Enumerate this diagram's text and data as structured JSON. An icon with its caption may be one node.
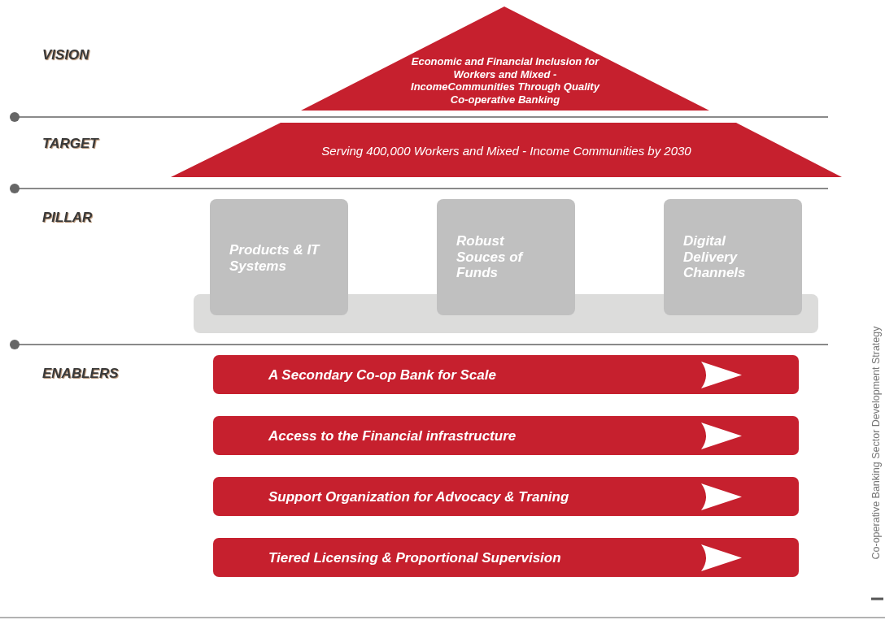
{
  "diagram": {
    "nodes": [
      {
        "text": [
          "Economic and Financial Inclusion for Workers and Mixed - IncomeCommunities Through Quality Co-operative Banking"
        ]
      },
      {
        "text": [
          "Serving 400,000 Workers and Mixed - Income Communities by 2030"
        ]
      },
      {
        "text": [],
        "shape": "bar"
      },
      {
        "text": [
          "Products & IT Systems"
        ]
      },
      {
        "text": [
          "Robust Souces of Funds"
        ]
      },
      {
        "text": [
          "Digital Delivery Channels"
        ]
      },
      {
        "text": [
          "A Secondary Co-op Bank for Scale"
        ]
      },
      {
        "text": [
          "Access to the Financial infrastructure"
        ]
      },
      {
        "text": [
          "Support Organization for Advocacy & Traning"
        ]
      },
      {
        "text": [
          "Tiered Licensing & Proportional Supervision"
        ]
      }
    ],
    "labels": [
      "VISION",
      "TARGET",
      "PILLAR",
      "ENABLERS",
      "Co-operative Banking Sector Development Strategy"
    ]
  }
}
